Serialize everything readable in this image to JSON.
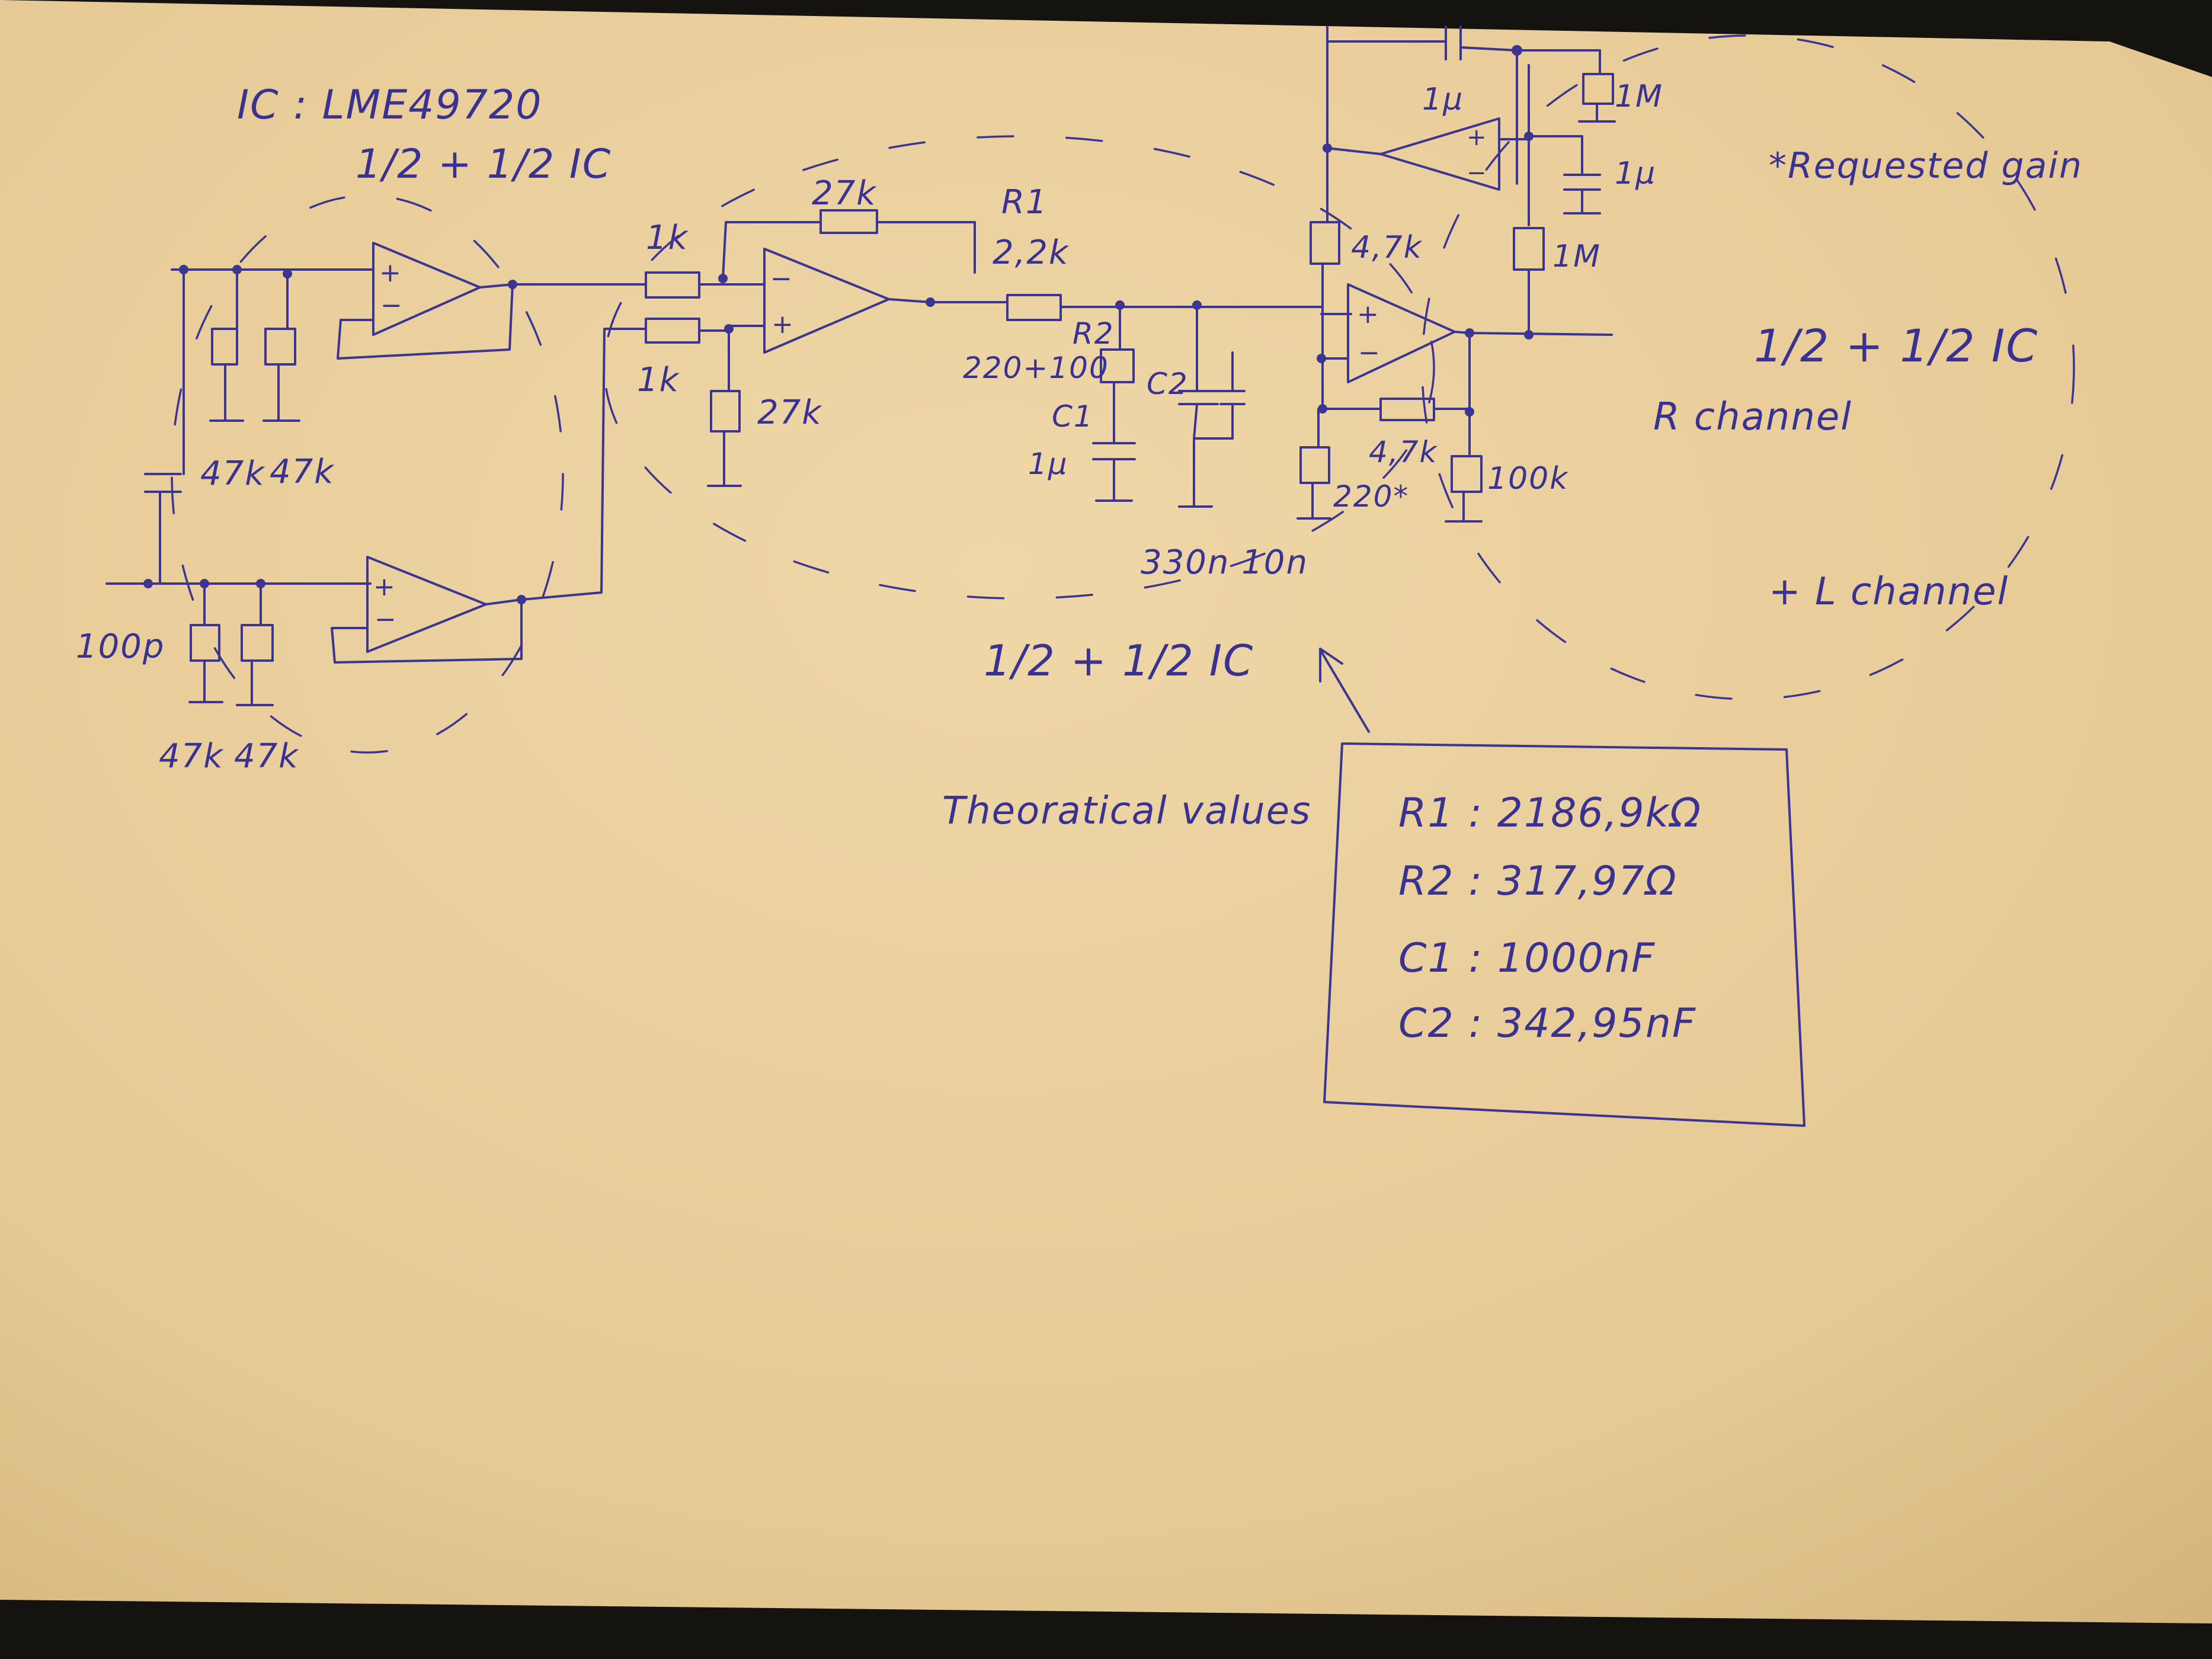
{
  "colors": {
    "paper": "#e9cf9f",
    "ink": "#3c3592",
    "background": "#151310"
  },
  "header": {
    "ic_name": "IC : LME49720",
    "ic_split_1": "1/2 + 1/2 IC"
  },
  "input_stage": {
    "r_top_left": "47k",
    "r_top_right": "47k",
    "cap": "100p",
    "r_bot_left": "47k",
    "r_bot_right": "47k"
  },
  "diff_stage": {
    "r_in_top": "1k",
    "r_in_bot": "1k",
    "r_feedback": "27k",
    "r_ground": "27k"
  },
  "filter_stage": {
    "r1_name": "R1",
    "r1_value": "2,2k",
    "r2_name": "R2",
    "r2_value": "220+100",
    "c1_name": "C1",
    "c1_value": "1µ",
    "c2_name": "C2",
    "c2_values": "330n 10n",
    "ic_split_2": "1/2 + 1/2 IC"
  },
  "output_stage": {
    "c_top": "1µ",
    "r_top": "1M",
    "c_right": "1µ",
    "r_right": "1M",
    "r_left": "4,7k",
    "r_fb": "4,7k",
    "r_gain": "220*",
    "r_out": "100k"
  },
  "notes": {
    "requested_gain": "*Requested gain",
    "ic_split_3": "1/2 + 1/2 IC",
    "r_channel": "R channel",
    "l_channel": "+ L channel",
    "theoretical": "Theoratical values"
  },
  "values_box": {
    "r1": "R1 : 2186,9kΩ",
    "r2": "R2 : 317,97Ω",
    "c1": "C1 : 1000nF",
    "c2": "C2 : 342,95nF"
  }
}
